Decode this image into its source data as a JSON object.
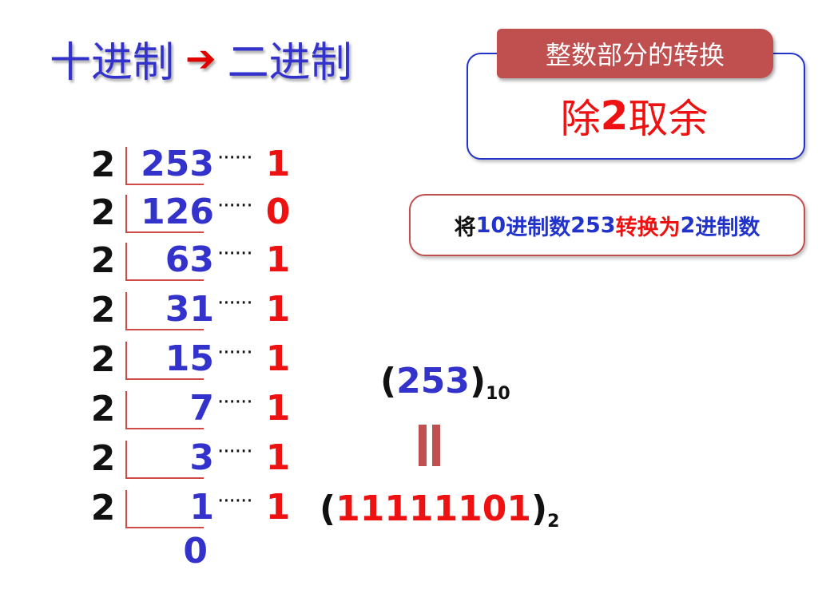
{
  "title": {
    "from": "十进制",
    "arrow": "➔",
    "to": "二进制"
  },
  "method": {
    "tab": "整数部分的转换",
    "pre": "除",
    "num": "2",
    "post": "取余"
  },
  "note": {
    "p1": "将",
    "p2": "10",
    "p3": "进制数",
    "p4": "253",
    "p5": "转换为",
    "p6": "2",
    "p7": "进制数"
  },
  "division": {
    "dots": "······",
    "rows": [
      {
        "divisor": "2",
        "quotient": "253",
        "remainder": "1"
      },
      {
        "divisor": "2",
        "quotient": "126",
        "remainder": "0"
      },
      {
        "divisor": "2",
        "quotient": "63",
        "remainder": "1"
      },
      {
        "divisor": "2",
        "quotient": "31",
        "remainder": "1"
      },
      {
        "divisor": "2",
        "quotient": "15",
        "remainder": "1"
      },
      {
        "divisor": "2",
        "quotient": "7",
        "remainder": "1"
      },
      {
        "divisor": "2",
        "quotient": "3",
        "remainder": "1"
      },
      {
        "divisor": "2",
        "quotient": "1",
        "remainder": "1"
      }
    ],
    "final_quotient": "0"
  },
  "result": {
    "open": "(",
    "close": ")",
    "decimal": "253",
    "decimal_base": "10",
    "binary": "11111101",
    "binary_base": "2"
  },
  "colors": {
    "blue": "#3333cc",
    "red": "#ee1111",
    "tab_red": "#c04f4f"
  }
}
